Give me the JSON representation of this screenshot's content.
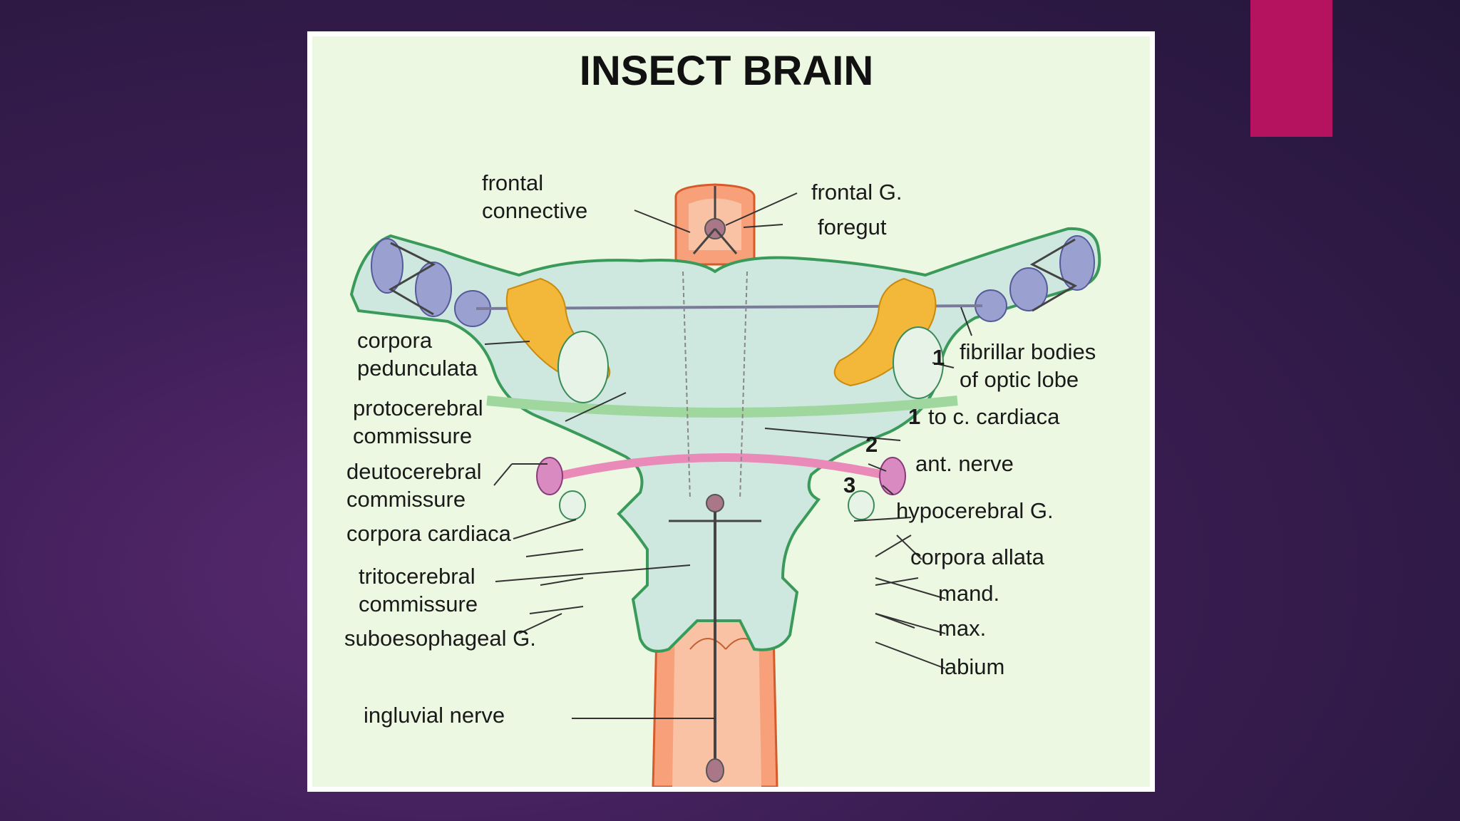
{
  "slide": {
    "accent_color": "#b5135f",
    "title": "INSECT BRAIN"
  },
  "labels": {
    "frontal_connective_1": "frontal",
    "frontal_connective_2": "connective",
    "frontal_g": "frontal G.",
    "foregut": "foregut",
    "corpora_pedunculata_1": "corpora",
    "corpora_pedunculata_2": "pedunculata",
    "fibrillar_num": "1",
    "fibrillar_1": "fibrillar bodies",
    "fibrillar_2": "of optic lobe",
    "protocerebral_1": "protocerebral",
    "protocerebral_2": "commissure",
    "to_cardiaca_num": "1",
    "to_cardiaca": "to c. cardiaca",
    "num_2": "2",
    "ant_nerve": "ant. nerve",
    "deutocerebral_1": "deutocerebral",
    "deutocerebral_2": "commissure",
    "num_3": "3",
    "hypocerebral_g": "hypocerebral G.",
    "corpora_cardiaca": "corpora cardiaca",
    "corpora_allata": "corpora allata",
    "tritocerebral_1": "tritocerebral",
    "tritocerebral_2": "commissure",
    "mand": "mand.",
    "max": "max.",
    "suboesophageal_g": "suboesophageal G.",
    "labium": "labium",
    "ingluvial_nerve": "ingluvial nerve"
  }
}
